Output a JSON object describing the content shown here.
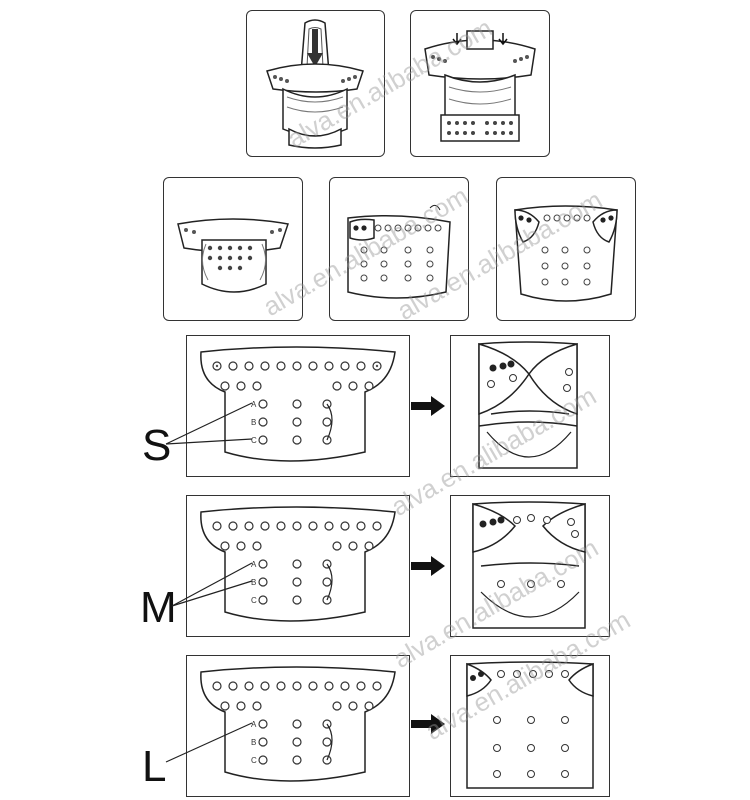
{
  "watermark": "alva.en.alibaba.com",
  "sizes": {
    "s": "S",
    "m": "M",
    "l": "L"
  },
  "snap_letters": {
    "a": "A",
    "b": "B",
    "c": "C"
  }
}
